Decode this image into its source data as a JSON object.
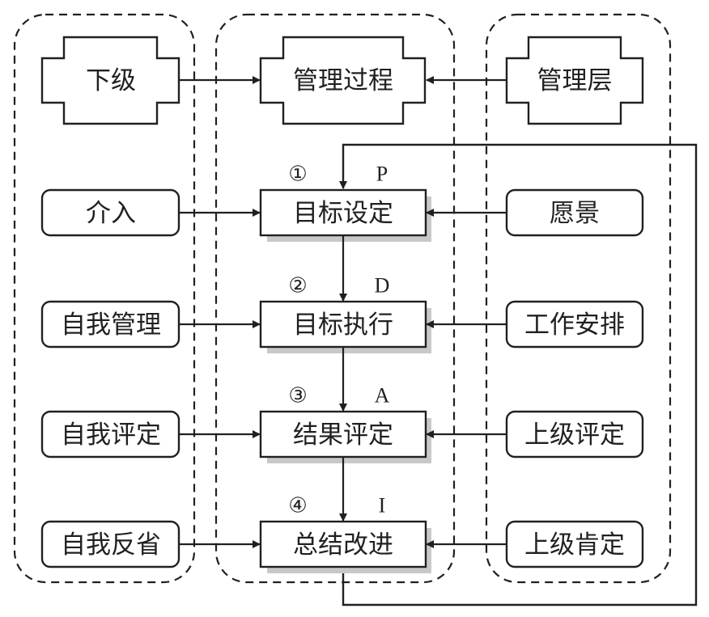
{
  "diagram": {
    "type": "management-by-objectives PDCA flow",
    "columns": [
      {
        "id": "left",
        "header": "下级",
        "items": [
          "介入",
          "自我管理",
          "自我评定",
          "自我反省"
        ]
      },
      {
        "id": "center",
        "header": "管理过程",
        "items": [
          "目标设定",
          "目标执行",
          "结果评定",
          "总结改进"
        ]
      },
      {
        "id": "right",
        "header": "管理层",
        "items": [
          "愿景",
          "工作安排",
          "上级评定",
          "上级肯定"
        ]
      }
    ],
    "steps": [
      {
        "number": "①",
        "letter": "P"
      },
      {
        "number": "②",
        "letter": "D"
      },
      {
        "number": "③",
        "letter": "A"
      },
      {
        "number": "④",
        "letter": "I"
      }
    ],
    "edges": [
      {
        "from": "下级",
        "to": "管理过程"
      },
      {
        "from": "管理层",
        "to": "管理过程"
      },
      {
        "from": "介入",
        "to": "目标设定"
      },
      {
        "from": "愿景",
        "to": "目标设定"
      },
      {
        "from": "自我管理",
        "to": "目标执行"
      },
      {
        "from": "工作安排",
        "to": "目标执行"
      },
      {
        "from": "自我评定",
        "to": "结果评定"
      },
      {
        "from": "上级评定",
        "to": "结果评定"
      },
      {
        "from": "自我反省",
        "to": "总结改进"
      },
      {
        "from": "上级肯定",
        "to": "总结改进"
      },
      {
        "from": "目标设定",
        "to": "目标执行"
      },
      {
        "from": "目标执行",
        "to": "结果评定"
      },
      {
        "from": "结果评定",
        "to": "总结改进"
      },
      {
        "from": "总结改进",
        "to": "目标设定",
        "note": "feedback loop"
      }
    ]
  }
}
